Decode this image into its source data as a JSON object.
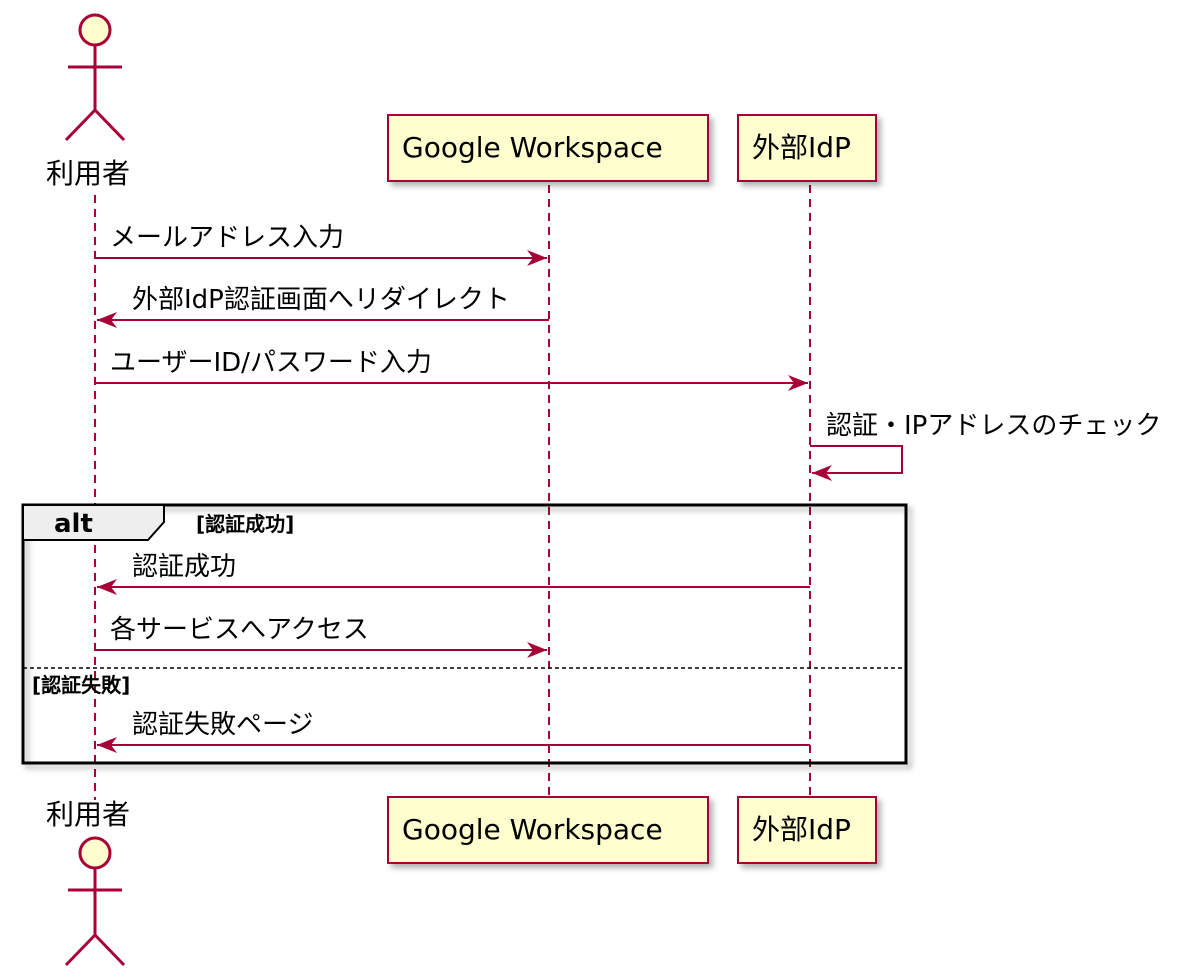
{
  "participants": {
    "user": "利用者",
    "google": "Google Workspace",
    "idp": "外部IdP"
  },
  "messages": [
    "メールアドレス入力",
    "外部IdP認証画面へリダイレクト",
    "ユーザーID/パスワード入力",
    "認証・IPアドレスのチェック",
    "認証成功",
    "各サービスへアクセス",
    "認証失敗ページ"
  ],
  "fragment": {
    "operator": "alt",
    "guard_success": "[認証成功]",
    "guard_failure": "[認証失敗]"
  },
  "colors": {
    "line": "#A80036",
    "participant_fill": "#FEFECE",
    "fragment_fill": "#EEEEEE"
  }
}
